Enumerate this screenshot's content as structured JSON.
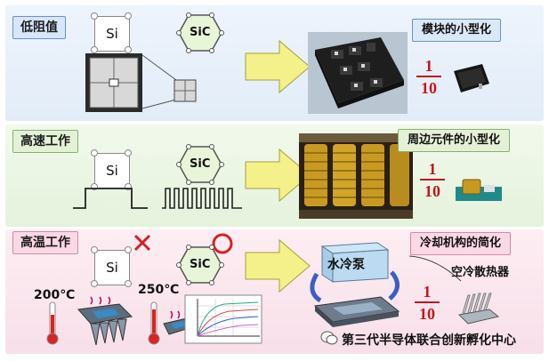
{
  "rows": [
    {
      "label": "低阻值",
      "result": "模块的小型化",
      "fraction": {
        "num": "1",
        "den": "10"
      }
    },
    {
      "label": "高速工作",
      "result": "周边元件的小型化",
      "fraction": {
        "num": "1",
        "den": "10"
      }
    },
    {
      "label": "高温工作",
      "result": "冷却机构的简化",
      "fraction": {
        "num": "1",
        "den": "10"
      }
    }
  ],
  "materials": {
    "si": "Si",
    "sic": "SiC"
  },
  "temps": {
    "si": "200℃",
    "sic": "250℃"
  },
  "marks": {
    "si": "×",
    "sic": "○"
  },
  "cooling": {
    "water": "水冷泵",
    "air": "空冷散热器"
  },
  "watermark": "第三代半导体联合创新孵化中心",
  "colors": {
    "arrow": "#f4f08a",
    "fraction": "#c0181c",
    "cross": "#d62020",
    "circle": "#d62020"
  }
}
